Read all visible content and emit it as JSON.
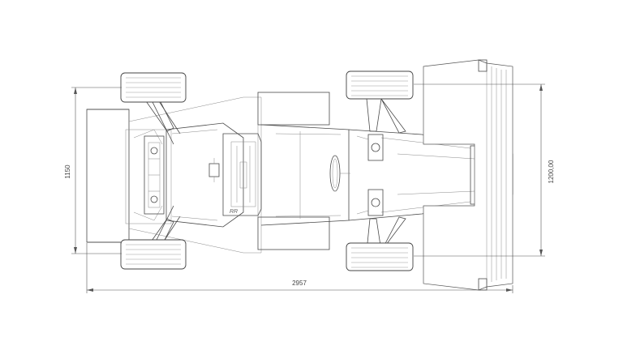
{
  "drawing": {
    "dimensions": {
      "overall_length": "2957",
      "front_track": "1200,00",
      "rear_track": "1150"
    },
    "colors": {
      "background": "#ffffff",
      "line": "#4a4a4a"
    }
  }
}
